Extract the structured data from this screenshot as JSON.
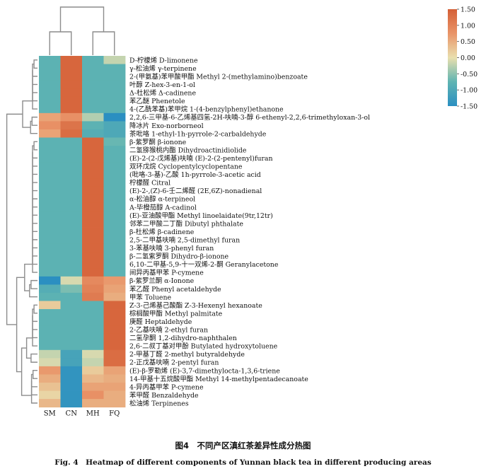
{
  "caption": {
    "cn": "图4　不同产区滇红茶差异性成分热图",
    "en": "Fig. 4　Heatmap of different components of Yunnan black tea in different producing areas"
  },
  "colors": {
    "low": "#2b8fc1",
    "lowmid": "#5fb4b2",
    "mid": "#e9dfae",
    "highmid": "#e99468",
    "high": "#d45f36"
  },
  "chart_data": {
    "type": "heatmap",
    "columns": [
      "SM",
      "CN",
      "MH",
      "FQ"
    ],
    "colorbar": {
      "range": [
        -1.5,
        1.5
      ],
      "ticks": [
        "1.50",
        "1.00",
        "0.50",
        "0.00",
        "-0.50",
        "-1.00",
        "-1.50"
      ]
    },
    "rows": [
      {
        "label": "D-柠檬烯 D-limonene",
        "values": [
          -0.8,
          1.4,
          -0.8,
          -0.2
        ]
      },
      {
        "label": "γ-松油烯 γ-terpinene",
        "values": [
          -0.8,
          1.4,
          -0.8,
          -0.8
        ]
      },
      {
        "label": "2-(甲氨基)苯甲酸甲酯 Methyl 2-(methylamino)benzoate",
        "values": [
          -0.8,
          1.4,
          -0.8,
          -0.8
        ]
      },
      {
        "label": "叶醇 Z-hex-3-en-1-ol",
        "values": [
          -0.8,
          1.4,
          -0.8,
          -0.8
        ]
      },
      {
        "label": "Δ-杜松烯 Δ-cadinene",
        "values": [
          -0.8,
          1.4,
          -0.8,
          -0.8
        ]
      },
      {
        "label": "苯乙醚 Phenetole",
        "values": [
          -0.8,
          1.4,
          -0.8,
          -0.8
        ]
      },
      {
        "label": "4-(乙酰苯基)苯甲烷 1-(4-benzylphenyl)ethanone",
        "values": [
          -0.8,
          1.4,
          -0.8,
          -0.8
        ]
      },
      {
        "label": "2,2,6-三甲基-6-乙烯基四氢-2H-呋喃-3-醇 6-ethenyl-2,2,6-trimethyloxan-3-ol",
        "values": [
          0.6,
          0.8,
          -0.3,
          -1.5
        ]
      },
      {
        "label": "降冰片 Exo-norborneol",
        "values": [
          0.8,
          1.2,
          -0.8,
          -1.0
        ]
      },
      {
        "label": "茶吡咯 1-ethyl-1h-pyrrole-2-carbaldehyde",
        "values": [
          0.6,
          1.3,
          -0.9,
          -1.0
        ]
      },
      {
        "label": "β-紫罗酮 β-ionone",
        "values": [
          -0.8,
          -0.8,
          1.4,
          -0.7
        ]
      },
      {
        "label": "二氢猕猴桃内酯 Dihydroactinidiolide",
        "values": [
          -0.8,
          -0.8,
          1.4,
          -0.8
        ]
      },
      {
        "label": "(E)-2-(2-戊烯基)呋喃 (E)-2-(2-pentenyl)furan",
        "values": [
          -0.8,
          -0.8,
          1.4,
          -0.8
        ]
      },
      {
        "label": "双环戊烷 Cyclopentylcyclopentane",
        "values": [
          -0.8,
          -0.8,
          1.4,
          -0.8
        ]
      },
      {
        "label": "(吡咯-3-基)-乙酸 1h-pyrrole-3-acetic acid",
        "values": [
          -0.8,
          -0.8,
          1.4,
          -0.8
        ]
      },
      {
        "label": "柠檬醛 Citral",
        "values": [
          -0.8,
          -0.8,
          1.4,
          -0.8
        ]
      },
      {
        "label": "(E)-2-,(Z)-6-壬二烯醛 (2E,6Z)-nonadienal",
        "values": [
          -0.8,
          -0.8,
          1.4,
          -0.8
        ]
      },
      {
        "label": "α-松油醇 α-terpineol",
        "values": [
          -0.8,
          -0.8,
          1.4,
          -0.8
        ]
      },
      {
        "label": "A-毕橙茄醇 A-cadinol",
        "values": [
          -0.8,
          -0.8,
          1.4,
          -0.8
        ]
      },
      {
        "label": "(E)-亚油酸甲酯 Methyl linoelaidate(9tr,12tr)",
        "values": [
          -0.8,
          -0.8,
          1.4,
          -0.8
        ]
      },
      {
        "label": "邻苯二甲酸二丁酯 Dibutyl phthalate",
        "values": [
          -0.8,
          -0.8,
          1.4,
          -0.8
        ]
      },
      {
        "label": "β-杜松烯 β-cadinene",
        "values": [
          -0.8,
          -0.8,
          1.4,
          -0.8
        ]
      },
      {
        "label": "2,5-二甲基呋喃 2,5-dimethyl furan",
        "values": [
          -0.8,
          -0.8,
          1.4,
          -0.8
        ]
      },
      {
        "label": "3-苯基呋喃 3-phenyl furan",
        "values": [
          -0.8,
          -0.8,
          1.4,
          -0.8
        ]
      },
      {
        "label": "β-二氢紫罗酮 Dihydro-β-ionone",
        "values": [
          -0.8,
          -0.8,
          1.4,
          -0.8
        ]
      },
      {
        "label": "6,10-二甲基-5,9-十一双烯-2-酮 Geranylacetone",
        "values": [
          -0.8,
          -0.8,
          1.4,
          -0.8
        ]
      },
      {
        "label": "间异丙基甲苯 P-cymene",
        "values": [
          -0.8,
          -0.8,
          1.4,
          -0.8
        ]
      },
      {
        "label": "β-紫罗兰酮 α-Ionone",
        "values": [
          -1.5,
          -0.1,
          0.9,
          0.7
        ]
      },
      {
        "label": "苯乙醛 Phenyl acetaldehyde",
        "values": [
          -0.9,
          -0.6,
          1.0,
          0.6
        ]
      },
      {
        "label": "甲苯 Toluene",
        "values": [
          -0.8,
          -0.8,
          1.1,
          0.5
        ]
      },
      {
        "label": "Z-3-己烯基己酸酯 Z-3-Hexenyl hexanoate",
        "values": [
          0.2,
          -0.8,
          -0.8,
          1.4
        ]
      },
      {
        "label": "棕榈酸甲酯 Methyl palmitate",
        "values": [
          -0.8,
          -0.8,
          -0.8,
          1.4
        ]
      },
      {
        "label": "庚醛 Heptaldehyde",
        "values": [
          -0.8,
          -0.8,
          -0.8,
          1.4
        ]
      },
      {
        "label": "2-乙基呋喃 2-ethyl furan",
        "values": [
          -0.8,
          -0.8,
          -0.8,
          1.4
        ]
      },
      {
        "label": "二氢孕酮 1,2-dihydro-naphthalen",
        "values": [
          -0.8,
          -0.8,
          -0.8,
          1.4
        ]
      },
      {
        "label": "2,6-二叔丁基对甲酚 Butylated hydroxytoluene",
        "values": [
          -0.8,
          -0.8,
          -0.8,
          1.4
        ]
      },
      {
        "label": "2-甲基丁醛 2-methyl butyraldehyde",
        "values": [
          -0.2,
          -1.1,
          -0.1,
          1.3
        ]
      },
      {
        "label": "2-正戊基呋喃 2-pentyl furan",
        "values": [
          -0.1,
          -1.1,
          -0.2,
          1.3
        ]
      },
      {
        "label": "(E)-β-罗勒烯 (E)-3,7-dimethylocta-1,3,6-triene",
        "values": [
          0.7,
          -1.4,
          0.2,
          0.6
        ]
      },
      {
        "label": "14-甲基十五烷酸甲酯 Methyl 14-methylpentadecanoate",
        "values": [
          0.5,
          -1.4,
          0.4,
          0.5
        ]
      },
      {
        "label": "4-异丙基甲苯 P-cymene",
        "values": [
          0.3,
          -1.4,
          0.6,
          0.6
        ]
      },
      {
        "label": "苯甲醛 Benzaldehyde",
        "values": [
          0.1,
          -1.4,
          0.8,
          0.5
        ]
      },
      {
        "label": "松油烯 Terpinenes",
        "values": [
          0.4,
          -1.4,
          0.5,
          0.5
        ]
      }
    ]
  }
}
